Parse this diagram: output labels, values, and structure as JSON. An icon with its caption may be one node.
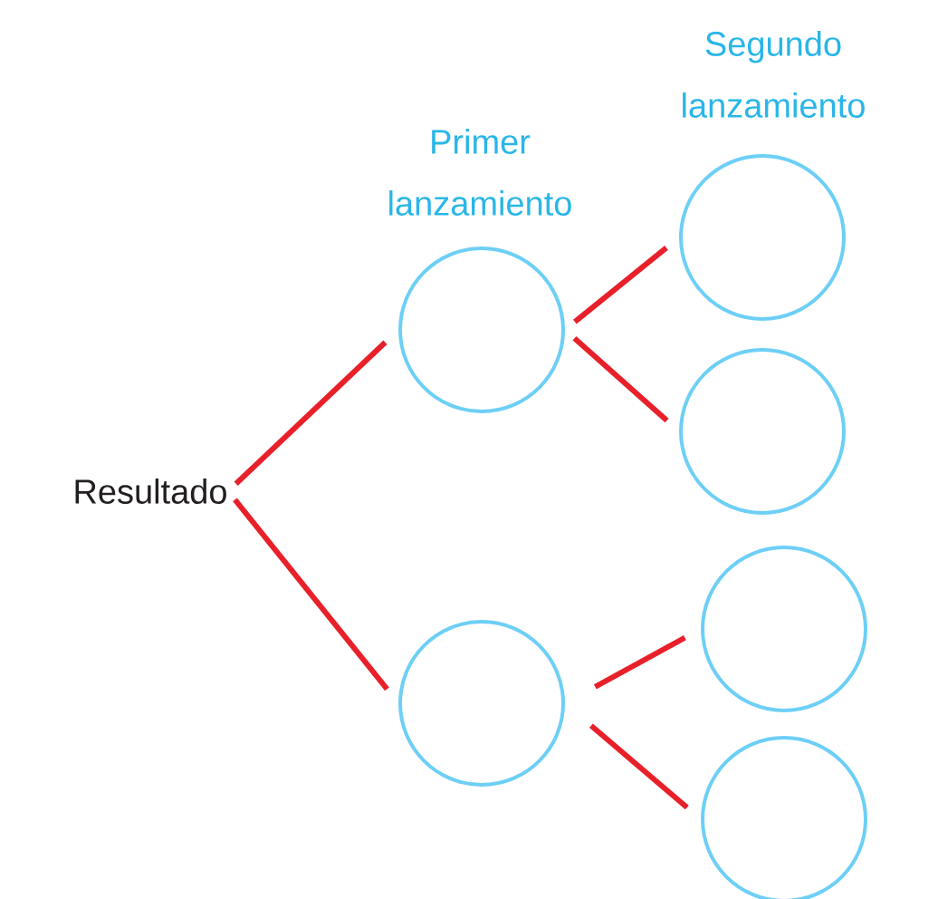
{
  "diagram": {
    "nodes": [
      {
        "text": [
          "Resultado"
        ]
      },
      {
        "text": [],
        "shape": "circle"
      },
      {
        "text": [],
        "shape": "circle"
      },
      {
        "text": [],
        "shape": "circle"
      },
      {
        "text": [],
        "shape": "circle"
      },
      {
        "text": [],
        "shape": "circle"
      },
      {
        "text": [],
        "shape": "circle"
      }
    ],
    "edges": [
      {
        "from": 0,
        "to": 1,
        "arrow": "none"
      },
      {
        "from": 0,
        "to": 2,
        "arrow": "none"
      },
      {
        "from": 1,
        "to": 3,
        "arrow": "none"
      },
      {
        "from": 1,
        "to": 4,
        "arrow": "none"
      },
      {
        "from": 2,
        "to": 5,
        "arrow": "none"
      },
      {
        "from": 2,
        "to": 6,
        "arrow": "none"
      }
    ],
    "labels": [
      "Primer lanzamiento",
      "Segundo lanzamiento"
    ]
  }
}
